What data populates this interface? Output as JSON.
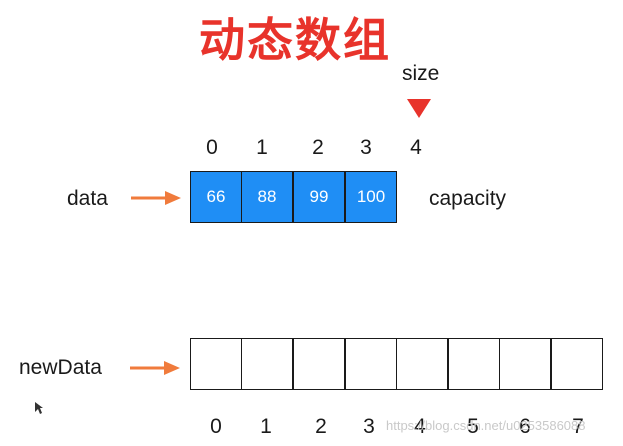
{
  "title": "动态数组",
  "size_label": "size",
  "capacity_label": "capacity",
  "watermark": "https://blog.csdn.net/u0253586088",
  "colors": {
    "title": "#e8332b",
    "filled_cell": "#1f8ef5",
    "arrow": "#f07b3c",
    "size_marker": "#e8332b"
  },
  "data_array": {
    "label": "data",
    "indices": [
      "0",
      "1",
      "2",
      "3",
      "4"
    ],
    "values": [
      "66",
      "88",
      "99",
      "100"
    ]
  },
  "new_array": {
    "label": "newData",
    "indices": [
      "0",
      "1",
      "2",
      "3",
      "4",
      "5",
      "6",
      "7"
    ],
    "values": [
      "",
      "",
      "",
      "",
      "",
      "",
      "",
      ""
    ]
  }
}
